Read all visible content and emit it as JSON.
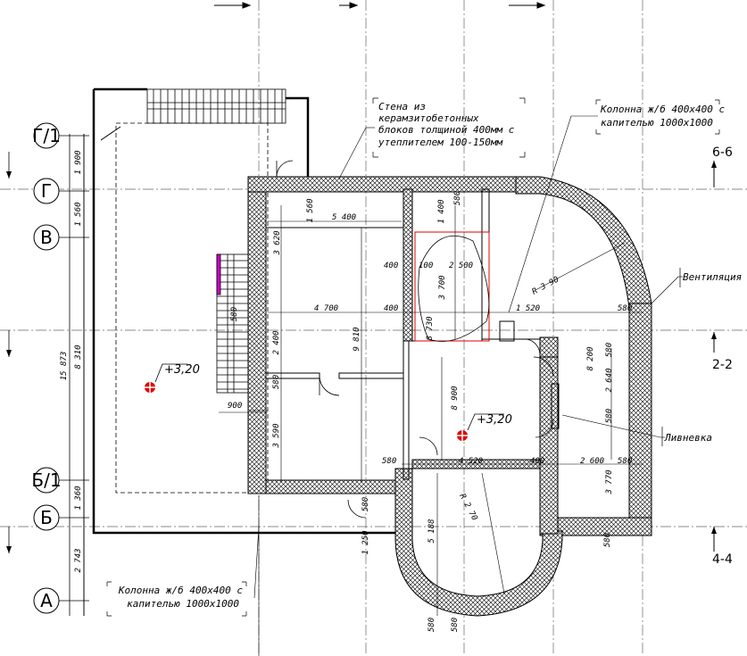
{
  "axes_left": [
    "Г/1",
    "Г",
    "В",
    "Б/1",
    "Б",
    "А"
  ],
  "sections": [
    "6-6",
    "2-2",
    "4-4"
  ],
  "annotations": {
    "wall_lines": [
      "Стена из",
      "керамзитобетонных",
      "блоков толщиной 400мм с",
      "утеплителем 100-150мм"
    ],
    "column_top": [
      "Колонна ж/б 400х400 с",
      "капителью 1000х1000"
    ],
    "column_bottom": [
      "Колонна ж/б 400х400 с",
      "капителью 1000х1000"
    ],
    "ventilation": "Вентиляция",
    "drain": "Ливневка"
  },
  "levels": {
    "left": "+3,20",
    "center": "+3,20"
  },
  "dims": {
    "left_chain": [
      "1 900",
      "1 560",
      "15 873",
      "8 310",
      "1 360",
      "2 743"
    ],
    "d_5400": "5 400",
    "d_1560": "1 560",
    "d_1400": "1 400",
    "d_580a": "580",
    "d_3620": "3 620",
    "d_400a": "400",
    "d_100": "100",
    "d_2500": "2 500",
    "d_3700": "3 700",
    "d_R390": "R 3 90",
    "d_580b": "580",
    "d_4700": "4 700",
    "d_400b": "400",
    "d_9810": "9 810",
    "d_8730": "8 730",
    "d_1520": "1 520",
    "d_580c": "580",
    "d_2400": "2 400",
    "d_580d": "580",
    "d_900": "900",
    "d_3590": "3 590",
    "d_8200": "8 200",
    "d_580e": "580",
    "d_2640": "2 640",
    "d_580f": "580",
    "d_8900": "8 900",
    "d_580g": "580",
    "d_4520": "4 520",
    "d_400c": "400",
    "d_2600": "2 600",
    "d_580h": "580",
    "d_3770": "3 770",
    "d_R2": "R 2 70",
    "d_5188": "5 188",
    "d_1250": "1 250",
    "d_580i": "580",
    "d_580j": "580",
    "d_580k": "580",
    "d_580l": "580"
  },
  "colors": {
    "ink": "#000000",
    "marker": "#e00000",
    "hatch_bg": "#ffffff",
    "grid": "#555555"
  }
}
